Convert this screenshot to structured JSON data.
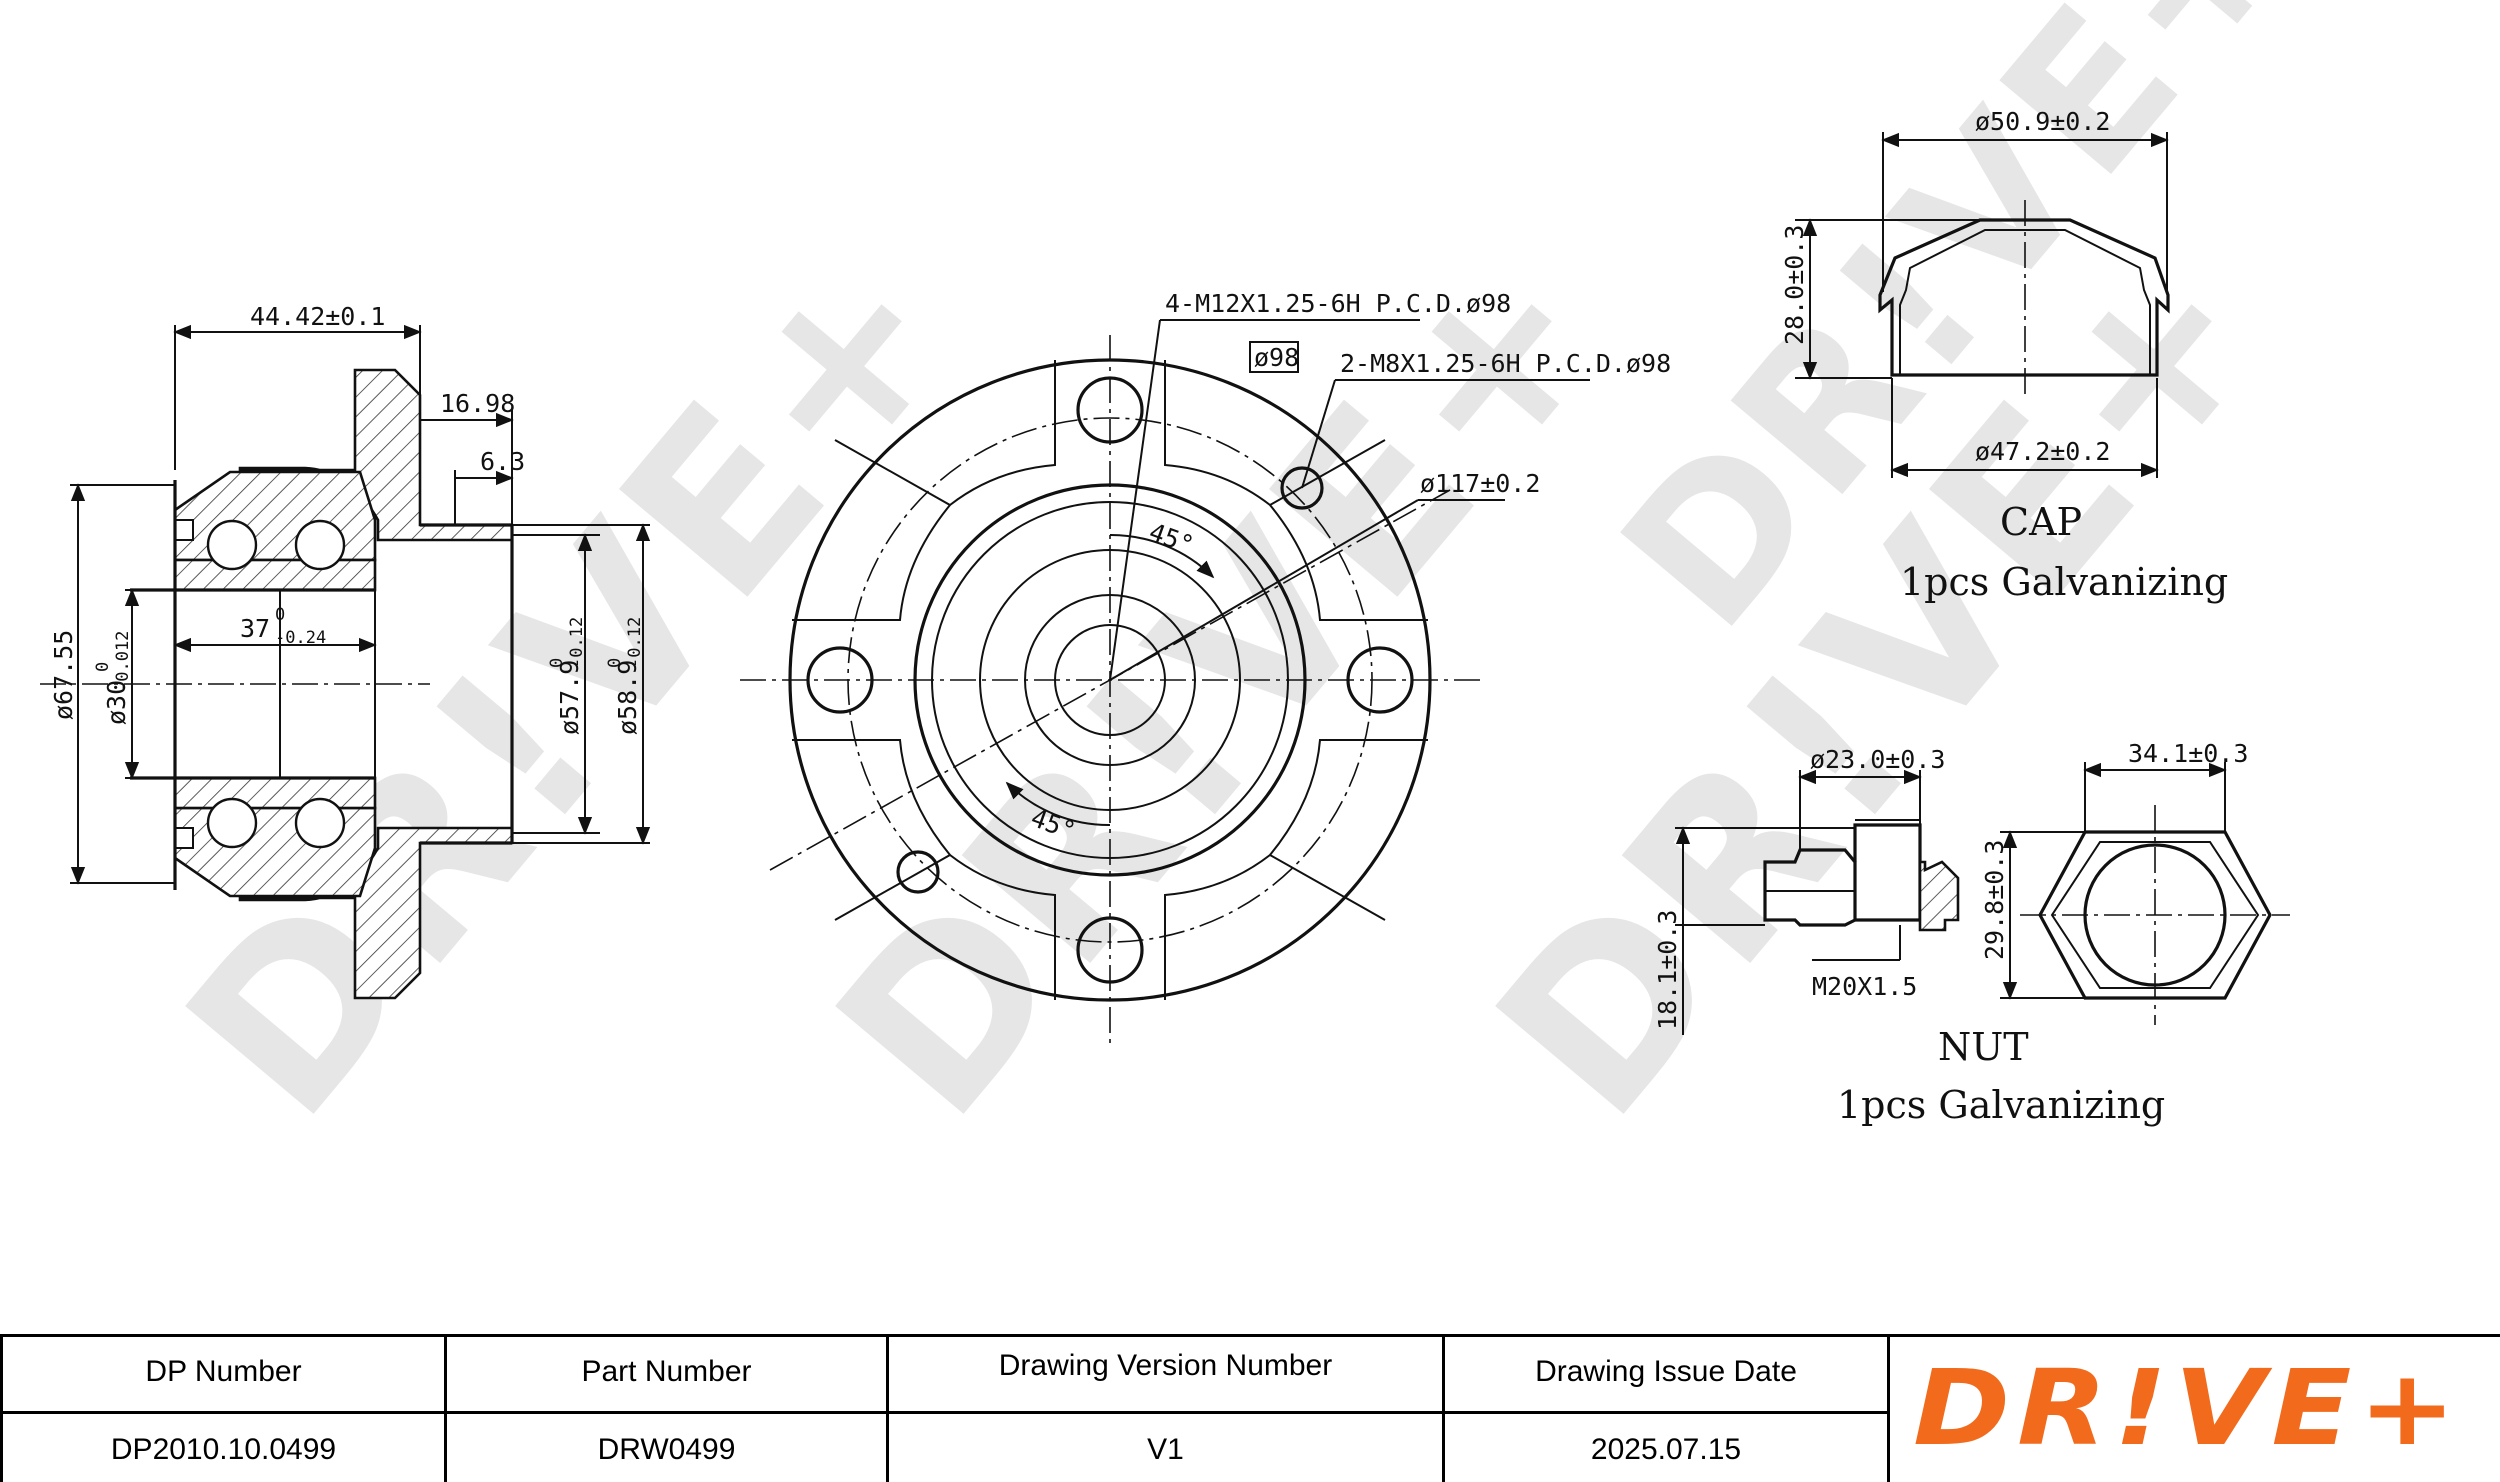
{
  "watermark": "DR!VE+",
  "hub_side_view": {
    "dims": {
      "width_total": "44.42±0.1",
      "flange_offset": "16.98",
      "pilot_length": "6.3",
      "bearing_width": "37",
      "bearing_width_tol_upper": "0",
      "bearing_width_tol_lower": "-0.24",
      "outer_dia": "ø67.55",
      "bore": "ø30",
      "bore_tol_upper": "0",
      "bore_tol_lower": "-0.012",
      "pilot_dia_1": "ø57.9",
      "pilot_dia_1_tol_upper": "0",
      "pilot_dia_1_tol_lower": "-0.12",
      "pilot_dia_2": "ø58.9",
      "pilot_dia_2_tol_upper": "0",
      "pilot_dia_2_tol_lower": "-0.12"
    }
  },
  "hub_front_view": {
    "labels": {
      "studs_thread": "4-M12X1.25-6H P.C.D.ø98",
      "pcd_box": "ø98",
      "screw_thread": "2-M8X1.25-6H P.C.D.ø98",
      "flange_dia": "ø117±0.2",
      "angle_upper": "45°",
      "angle_lower": "45°"
    }
  },
  "cap": {
    "dims": {
      "outer_dia": "ø50.9±0.2",
      "height": "28.0±0.3",
      "inner_dia": "ø47.2±0.2"
    },
    "name": "CAP",
    "note": "1pcs  Galvanizing"
  },
  "nut": {
    "dims": {
      "collar_dia": "ø23.0±0.3",
      "height": "18.1±0.3",
      "thread": "M20X1.5",
      "across_flats": "34.1±0.3",
      "across_corners": "29.8±0.3"
    },
    "name": "NUT",
    "note": "1pcs  Galvanizing"
  },
  "title_block": {
    "columns": [
      {
        "header": "DP Number",
        "value": "DP2010.10.0499"
      },
      {
        "header": "Part Number",
        "value": "DRW0499"
      },
      {
        "header": "Drawing Version Number",
        "value": "V1"
      },
      {
        "header": "Drawing Issue Date",
        "value": "2025.07.15"
      }
    ],
    "logo_text": "DR!VE+",
    "logo_color": "#f26b1d"
  }
}
